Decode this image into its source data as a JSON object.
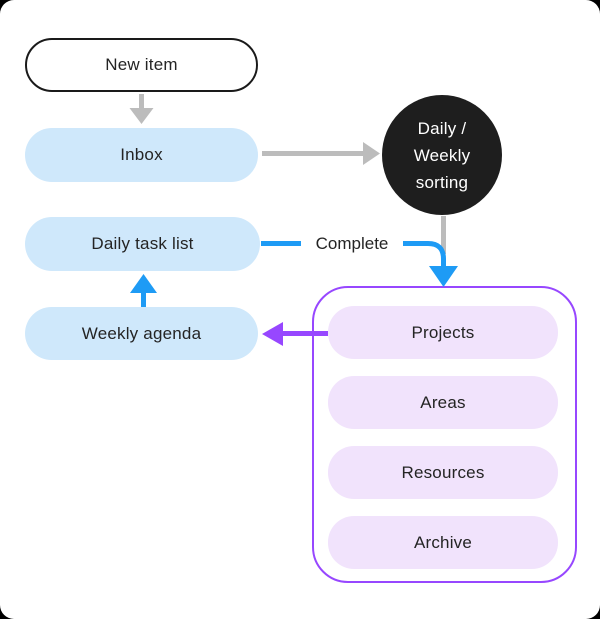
{
  "diagram": {
    "nodes": {
      "new_item": {
        "label": "New item"
      },
      "inbox": {
        "label": "Inbox"
      },
      "sorting": {
        "label_lines": [
          "Daily /",
          "Weekly",
          "sorting"
        ]
      },
      "daily_task_list": {
        "label": "Daily task list"
      },
      "weekly_agenda": {
        "label": "Weekly agenda"
      },
      "para_items": [
        {
          "label": "Projects"
        },
        {
          "label": "Areas"
        },
        {
          "label": "Resources"
        },
        {
          "label": "Archive"
        }
      ]
    },
    "edges": [
      {
        "from": "New item",
        "to": "Inbox",
        "color": "gray"
      },
      {
        "from": "Inbox",
        "to": "Daily / Weekly sorting",
        "color": "gray"
      },
      {
        "from": "Daily / Weekly sorting",
        "to": "PARA container",
        "color": "gray-then-blue"
      },
      {
        "from": "Daily task list",
        "to": "PARA container",
        "label": "Complete",
        "color": "blue"
      },
      {
        "from": "Weekly agenda",
        "to": "Daily task list",
        "color": "blue"
      },
      {
        "from": "Projects",
        "to": "Weekly agenda",
        "color": "purple"
      }
    ],
    "colors": {
      "light_blue": "#cfe8fb",
      "light_purple": "#f1e3fc",
      "purple": "#9747ff",
      "blue": "#1e9bf5",
      "gray": "#bcbcbc",
      "circle_black": "#1e1e1e",
      "text": "#242424",
      "border_black": "#1a1a1a"
    }
  }
}
